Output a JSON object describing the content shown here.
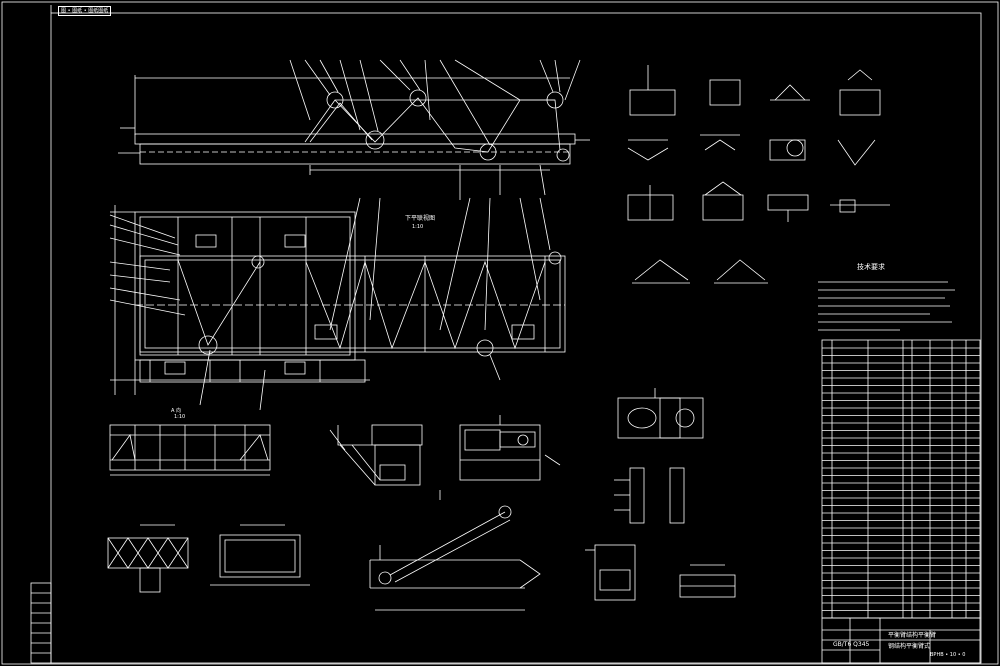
{
  "sheet": {
    "corner_tag": "图 • 图纸 • 图纸图纸",
    "tech_req_title": "技术要求",
    "view_title_1": "下平联视图",
    "view_scale_1": "1:10",
    "view_title_2": "A 向",
    "view_scale_2": "1:10",
    "std_text": "GB/T6 Q345",
    "drawing_title": "平衡臂结构平衡臂",
    "scale_text": "钢结构平衡臂式",
    "drawing_no": "BPHB • 10 • 0"
  },
  "colors": {
    "background": "#000000",
    "lines": "#ffffff",
    "frame": "#ffffff"
  }
}
